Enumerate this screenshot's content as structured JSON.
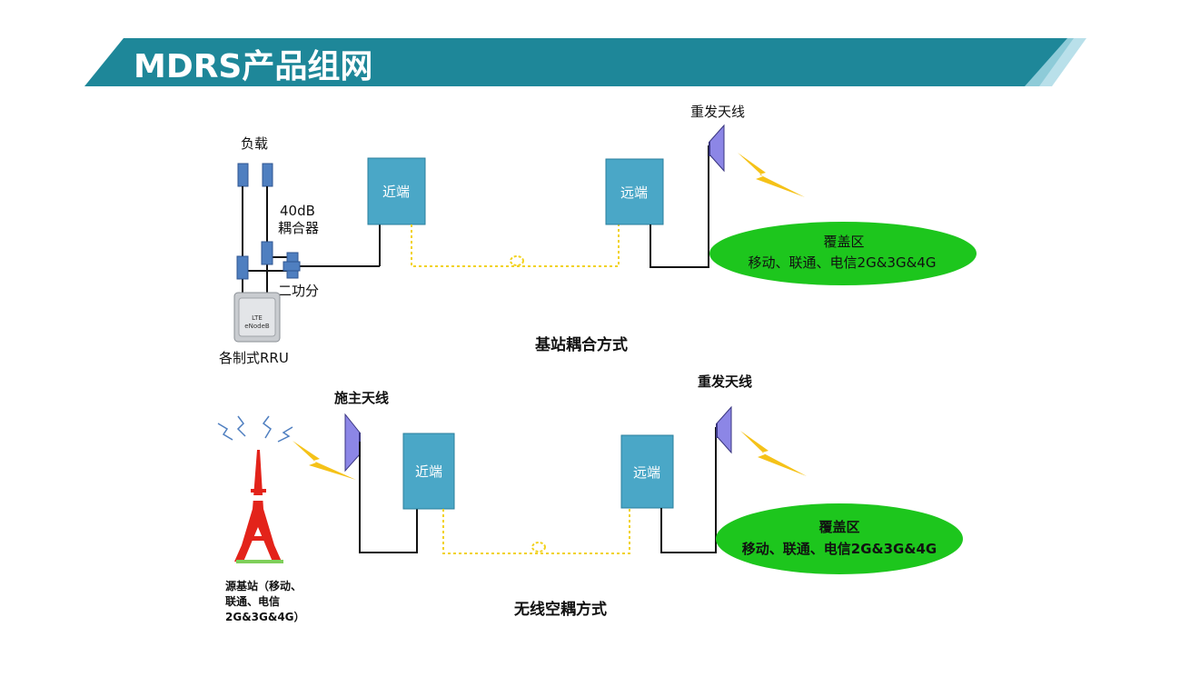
{
  "header": {
    "title": "MDRS产品组网"
  },
  "colors": {
    "banner": "#1e8799",
    "banner_stripe": "#8ecbd8",
    "box": "#4aa7c7",
    "coverage": "#1dc61d",
    "antenna": "#8c86e6",
    "lightning": "#f5c218",
    "tower": "#e3231a",
    "fiber": "#f2d220"
  },
  "section1": {
    "caption": "基站耦合方式",
    "load_label": "负载",
    "coupler_label": "40dB\n耦合器",
    "coupler_line1": "40dB",
    "coupler_line2": "耦合器",
    "splitter_label": "二功分",
    "rru_label": "各制式RRU",
    "rru_device_line1": "LTE",
    "rru_device_line2": "eNodeB",
    "near_label": "近端",
    "far_label": "远端",
    "antenna_label": "重发天线",
    "coverage_title": "覆盖区",
    "coverage_detail": "移动、联通、电信2G&3G&4G",
    "icons": [
      "load-icon",
      "coupler-icon",
      "splitter-icon",
      "rru-icon",
      "antenna-icon",
      "lightning-icon",
      "fiber-loop-icon"
    ]
  },
  "section2": {
    "caption": "无线空耦方式",
    "donor_label": "施主天线",
    "near_label": "近端",
    "far_label": "远端",
    "antenna_label": "重发天线",
    "coverage_title": "覆盖区",
    "coverage_detail": "移动、联通、电信2G&3G&4G",
    "source_line1": "源基站（移动、",
    "source_line2": "联通、电信",
    "source_line3": "2G&3G&4G）",
    "icons": [
      "tower-icon",
      "signal-waves-icon",
      "antenna-icon",
      "lightning-icon",
      "fiber-loop-icon"
    ]
  }
}
